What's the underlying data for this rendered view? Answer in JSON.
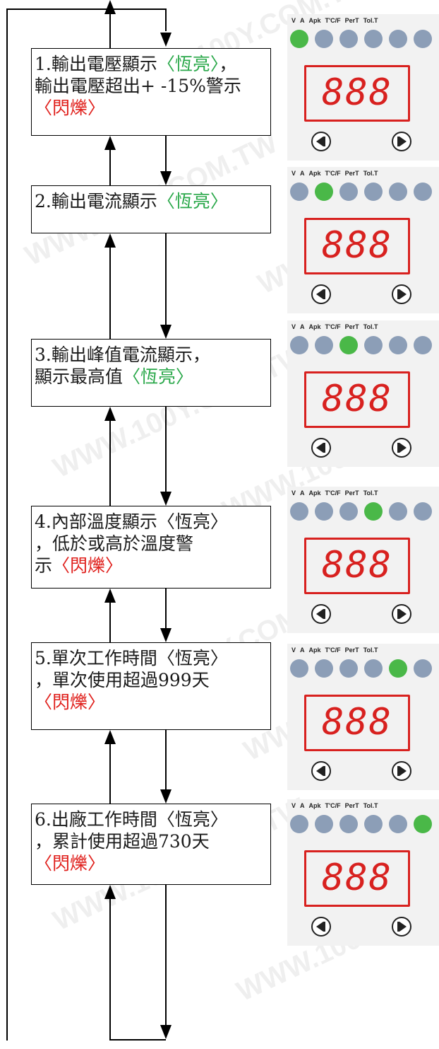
{
  "steps": [
    {
      "segments": [
        [
          {
            "t": "1.輸出電壓顯示",
            "c": "dark"
          },
          {
            "t": "〈恆亮〉",
            "c": "green"
          },
          {
            "t": "，",
            "c": "dark"
          }
        ],
        [
          {
            "t": "  輸出電壓超出+ -15%警示",
            "c": "dark"
          }
        ],
        [
          {
            "t": " 〈閃爍〉",
            "c": "red"
          }
        ]
      ],
      "active_led": 0
    },
    {
      "segments": [
        [
          {
            "t": "2.輸出電流顯示",
            "c": "dark"
          },
          {
            "t": "〈恆亮〉",
            "c": "green"
          }
        ]
      ],
      "active_led": 1
    },
    {
      "segments": [
        [
          {
            "t": "3.輸出峰值電流顯示，",
            "c": "dark"
          }
        ],
        [
          {
            "t": "  顯示最高值",
            "c": "dark"
          },
          {
            "t": "〈恆亮〉",
            "c": "green"
          }
        ]
      ],
      "active_led": 2
    },
    {
      "segments": [
        [
          {
            "t": "4.內部溫度顯示〈恆亮〉",
            "c": "dark"
          }
        ],
        [
          {
            "t": "  ，低於或高於溫度警",
            "c": "dark"
          }
        ],
        [
          {
            "t": "  示",
            "c": "dark"
          },
          {
            "t": "〈閃爍〉",
            "c": "red"
          }
        ]
      ],
      "active_led": 3
    },
    {
      "segments": [
        [
          {
            "t": "5.單次工作時間〈恆亮〉",
            "c": "dark"
          }
        ],
        [
          {
            "t": "  ，單次使用超過999天",
            "c": "dark"
          }
        ],
        [
          {
            "t": " 〈閃爍〉",
            "c": "red"
          }
        ]
      ],
      "active_led": 4
    },
    {
      "segments": [
        [
          {
            "t": "6.出廠工作時間〈恆亮〉",
            "c": "dark"
          }
        ],
        [
          {
            "t": "  ，累計使用超過730天",
            "c": "dark"
          }
        ],
        [
          {
            "t": " 〈閃爍〉",
            "c": "red"
          }
        ]
      ],
      "active_led": 5
    }
  ],
  "panel": {
    "labels": [
      "V",
      "A",
      "Apk",
      "T'C/F",
      "PerT",
      "Tol.T"
    ],
    "display_text": "888",
    "prev_icon": "left-arrow-icon",
    "next_icon": "right-arrow-icon"
  },
  "watermark": "WWW.100Y.COM.TW",
  "colors": {
    "green": "#2aa84a",
    "red": "#e0201c",
    "led_off": "#8c9eb7",
    "led_on": "#4ab848",
    "display": "#d8211f"
  }
}
